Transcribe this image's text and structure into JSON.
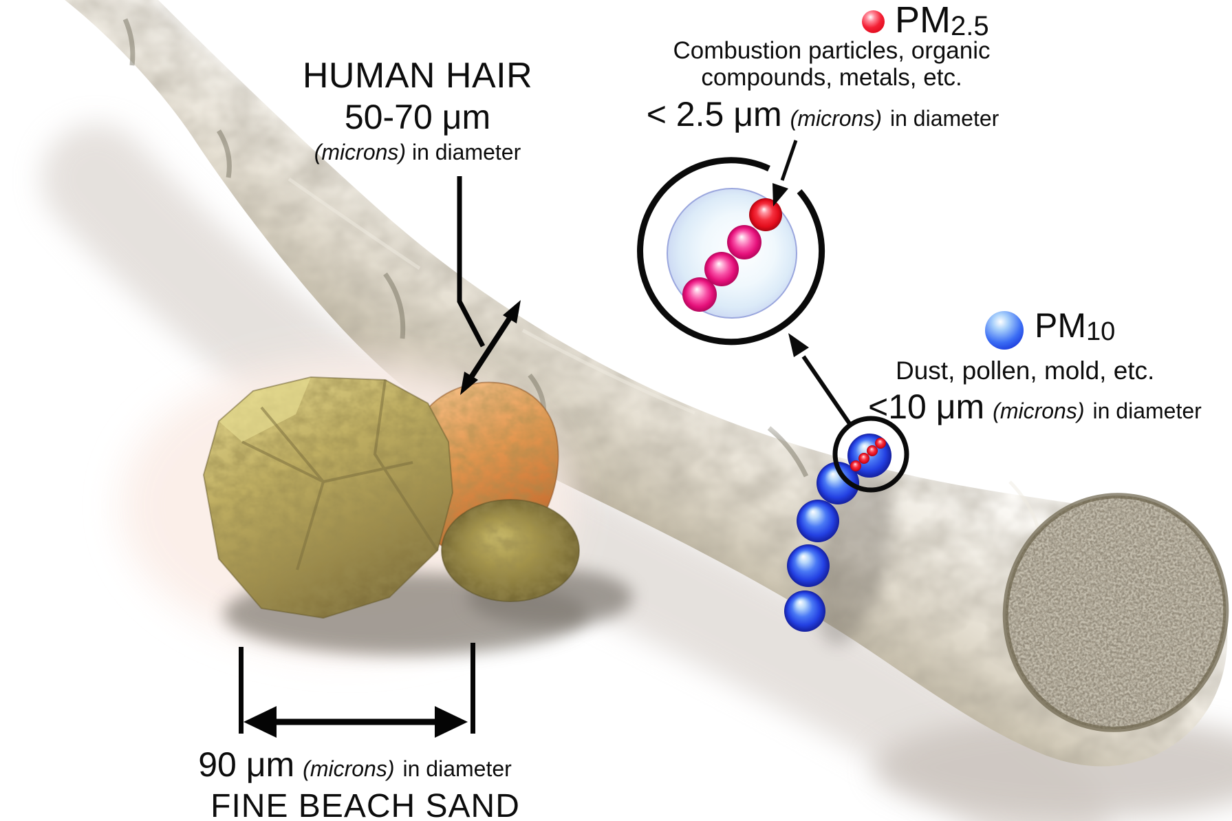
{
  "labels": {
    "human_hair": {
      "title": "HUMAN HAIR",
      "size": "50-70 μm",
      "microns": "(microns)",
      "suffix": "in diameter"
    },
    "pm25": {
      "symbol": "PM",
      "subscript": "2.5",
      "desc_line1": "Combustion particles, organic",
      "desc_line2": "compounds, metals, etc.",
      "size": "< 2.5 μm",
      "microns": "(microns)",
      "suffix": "in diameter"
    },
    "pm10": {
      "symbol": "PM",
      "subscript": "10",
      "desc": "Dust, pollen, mold, etc.",
      "size": "<10 μm",
      "microns": "(microns)",
      "suffix": "in diameter"
    },
    "beach_sand": {
      "size": "90 μm",
      "microns": "(microns)",
      "suffix": "in diameter",
      "title": "FINE BEACH SAND"
    }
  },
  "colors": {
    "background": "#ffffff",
    "ink": "#0c0c0c",
    "pm25_red": "#e8112d",
    "pm10_blue": "#2647e0",
    "magnified_sphere_fill": "#d9e9f8",
    "hair_tan": "#cfc6b4",
    "hair_cut_face": "#8d8474",
    "sand_olive": "#b2a356",
    "sand_orange": "#d68c4a"
  }
}
